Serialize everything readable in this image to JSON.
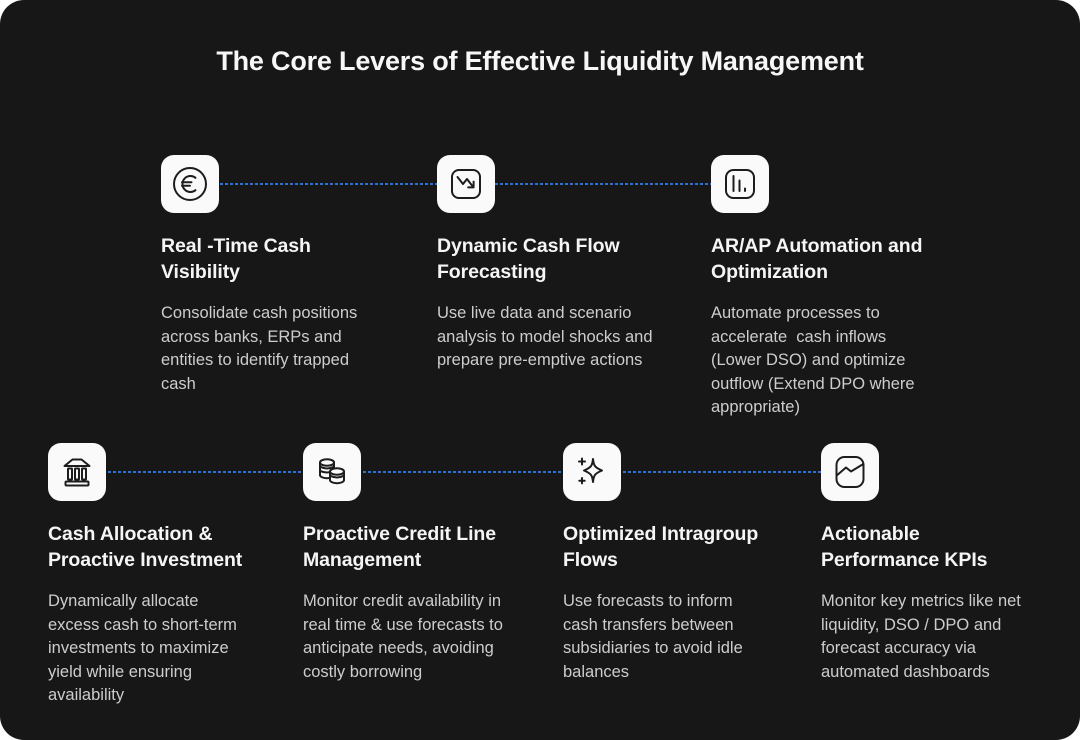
{
  "title": "The Core Levers of Effective Liquidity Management",
  "colors": {
    "accent": "#2e72d4",
    "background": "#171717",
    "tile_background": "#fafafa",
    "title_text": "#f5f5f5",
    "body_text": "#cdcdcd"
  },
  "items": [
    {
      "icon": "euro-icon",
      "title_line1": "Real -Time Cash",
      "title_line2": "Visibility",
      "description": "Consolidate cash positions across banks, ERPs and entities to identify trapped cash"
    },
    {
      "icon": "trend-down-chart-icon",
      "title_line1": "Dynamic Cash Flow",
      "title_line2": "Forecasting",
      "description": "Use live data and scenario analysis to model shocks and prepare pre-emptive actions"
    },
    {
      "icon": "bar-chart-icon",
      "title_line1": "AR/AP Automation and",
      "title_line2": "Optimization",
      "description": "Automate processes to accelerate  cash inflows (Lower DSO) and optimize outflow (Extend DPO where appropriate)"
    },
    {
      "icon": "bank-icon",
      "title_line1": "Cash Allocation &",
      "title_line2": "Proactive Investment",
      "description": "Dynamically allocate excess cash to short-term investments to maximize yield while ensuring availability"
    },
    {
      "icon": "coins-icon",
      "title_line1": "Proactive Credit Line",
      "title_line2": "Management",
      "description": "Monitor credit availability in real time & use forecasts to anticipate needs, avoiding costly borrowing"
    },
    {
      "icon": "sparkle-icon",
      "title_line1": "Optimized Intragroup",
      "title_line2": "Flows",
      "description": "Use forecasts to inform cash transfers between subsidiaries to avoid idle balances"
    },
    {
      "icon": "line-chart-icon",
      "title_line1": "Actionable",
      "title_line2": "Performance KPIs",
      "description": "Monitor key metrics like net liquidity, DSO / DPO and forecast accuracy via automated dashboards"
    }
  ]
}
